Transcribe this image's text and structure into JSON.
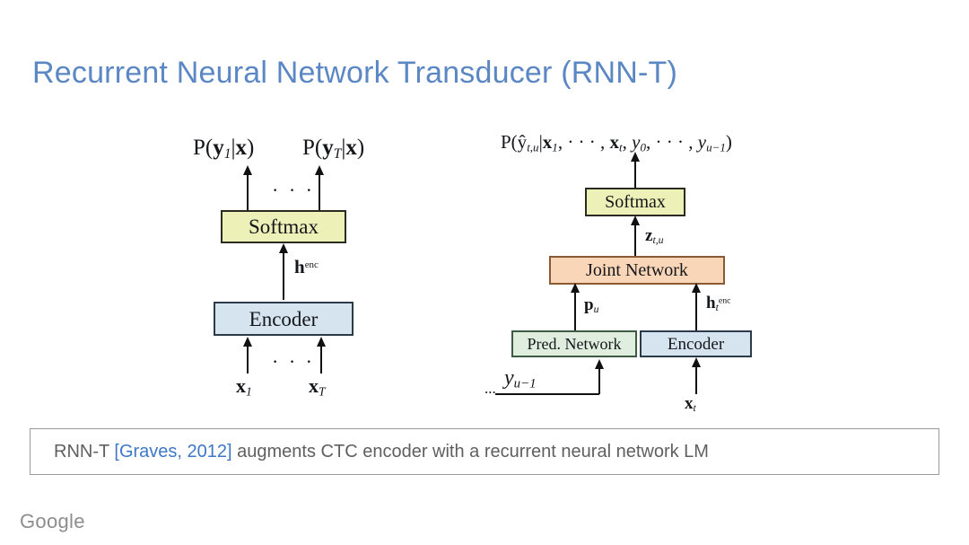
{
  "slide": {
    "title": "Recurrent Neural Network Transducer (RNN-T)",
    "title_color": "#5b87c5",
    "background": "#ffffff",
    "footer_logo": "Google"
  },
  "caption": {
    "prefix": "RNN-T ",
    "citation": "[Graves, 2012]",
    "suffix": " augments CTC encoder with a recurrent neural network LM",
    "citation_color": "#3f77c8",
    "text_color": "#5f5f5f"
  },
  "left_diagram": {
    "name": "CTC model",
    "outputs": [
      {
        "label_html": "P(<b>y</b><sub>1</sub>|<b>x</b>)"
      },
      {
        "label_html": "P(<b>y</b><sub>T</sub>|<b>x</b>)"
      }
    ],
    "ellipsis": "· · ·",
    "blocks": [
      {
        "id": "softmax",
        "label": "Softmax",
        "fill": "#edf1b8"
      },
      {
        "id": "encoder",
        "label": "Encoder",
        "fill": "#d6e4f0"
      }
    ],
    "edge_labels": [
      {
        "id": "h-enc",
        "label_html": "<b>h</b><sup>enc</sup>"
      }
    ],
    "inputs": [
      {
        "label_html": "<b>x</b><sub>1</sub>"
      },
      {
        "label_html": "<b>x</b><sub>T</sub>"
      }
    ]
  },
  "right_diagram": {
    "name": "RNN-T model",
    "output_formula_html": "P(ŷ<sub>t,u</sub>|<b>x</b><sub>1</sub>, · · · , <b>x</b><sub>t</sub>, <i>y</i><sub>0</sub>, · · · , <i>y</i><sub>u−1</sub>)",
    "blocks": [
      {
        "id": "softmax",
        "label": "Softmax",
        "fill": "#edf1b8"
      },
      {
        "id": "joint-network",
        "label": "Joint Network",
        "fill": "#fad6b8"
      },
      {
        "id": "pred-network",
        "label": "Pred. Network",
        "fill": "#dfeede"
      },
      {
        "id": "encoder",
        "label": "Encoder",
        "fill": "#d6e4f0"
      }
    ],
    "edge_labels": [
      {
        "id": "z-tu",
        "label_html": "<b>z</b><sub>t,u</sub>"
      },
      {
        "id": "p-u",
        "label_html": "<b>p</b><sub>u</sub>"
      },
      {
        "id": "h-t-enc",
        "label_html": "<b>h</b><sub>t</sub><sup>enc</sup>"
      }
    ],
    "inputs": [
      {
        "id": "y-prev",
        "label_html": "<i>y</i><sub>u−1</sub>",
        "prefix": "..."
      },
      {
        "id": "x-t",
        "label_html": "<b>x</b><sub>t</sub>"
      }
    ]
  }
}
